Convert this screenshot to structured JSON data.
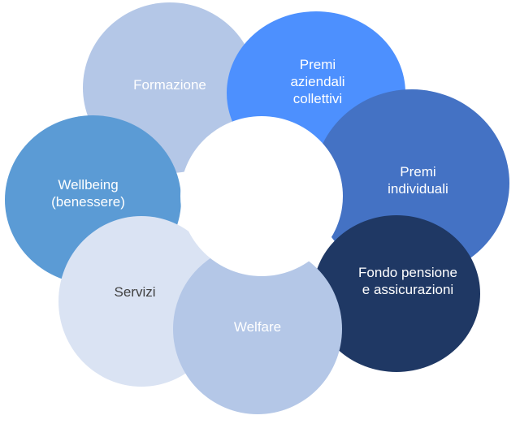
{
  "diagram": {
    "center": "",
    "petals": [
      {
        "id": "formazione",
        "label": "Formazione",
        "color": "#b4c7e7",
        "text_color": "#ffffff"
      },
      {
        "id": "premi-aziendali",
        "label": "Premi\naziendali\ncollettivi",
        "color": "#4d90fe",
        "text_color": "#ffffff"
      },
      {
        "id": "premi-individuali",
        "label": "Premi\nindividuali",
        "color": "#4472c4",
        "text_color": "#ffffff"
      },
      {
        "id": "fondo",
        "label": "Fondo pensione\ne assicurazioni",
        "color": "#1f3864",
        "text_color": "#ffffff"
      },
      {
        "id": "wellbeing",
        "label": "Wellbeing\n(benessere)",
        "color": "#5b9bd5",
        "text_color": "#ffffff"
      },
      {
        "id": "servizi",
        "label": "Servizi",
        "color": "#dae3f3",
        "text_color": "#404040"
      },
      {
        "id": "welfare",
        "label": "Welfare",
        "color": "#b4c7e7",
        "text_color": "#ffffff"
      }
    ]
  }
}
